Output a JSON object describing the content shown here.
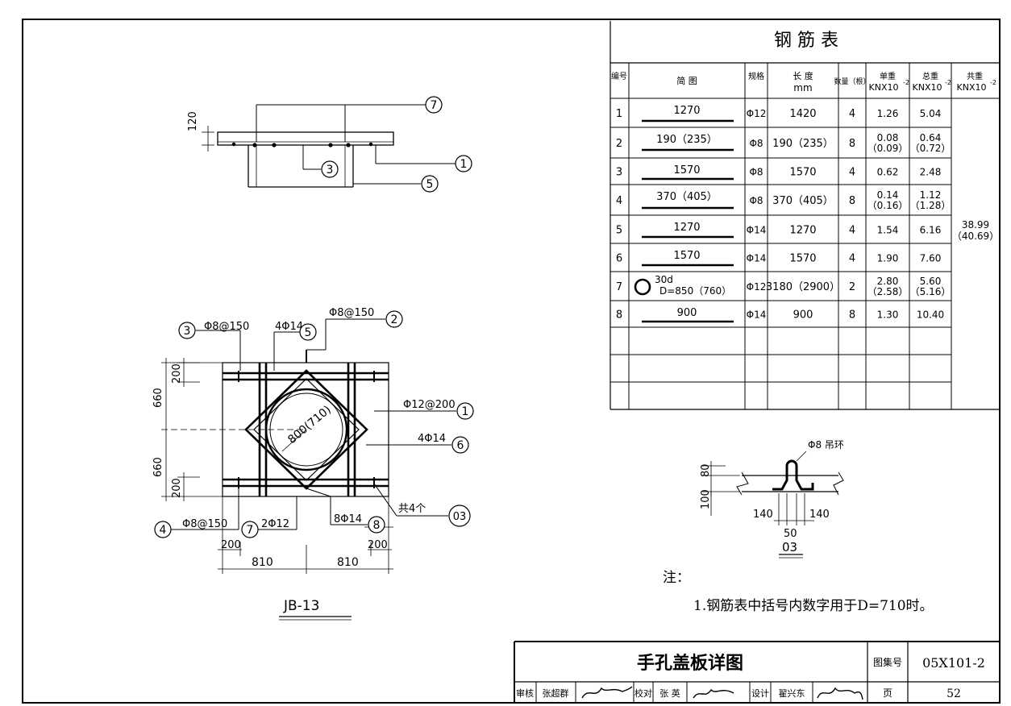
{
  "top_view": {
    "dim_thickness": "120",
    "callouts": [
      "7",
      "1",
      "3",
      "5"
    ]
  },
  "plan_view": {
    "spec_3": "Φ8@150",
    "spec_5": "4Φ14",
    "spec_2": "Φ8@150",
    "spec_1": "Φ12@200",
    "spec_6": "4Φ14",
    "spec_03": "共4个",
    "spec_4": "Φ8@150",
    "spec_7": "2Φ12",
    "spec_8": "8Φ14",
    "circle_label": "800(710)",
    "dim_660_top": "660",
    "dim_660_bottom": "660",
    "dim_200_top": "200",
    "dim_200_bottom": "200",
    "dim_200_bl": "200",
    "dim_200_br": "200",
    "dim_810_left": "810",
    "dim_810_right": "810",
    "callouts": {
      "c1": "1",
      "c2": "2",
      "c3": "3",
      "c4": "4",
      "c5": "5",
      "c6": "6",
      "c7": "7",
      "c8": "8",
      "c03": "03"
    },
    "title": "JB-13"
  },
  "rebar_table": {
    "title": "钢  筋  表",
    "headers": {
      "num": "编号",
      "sketch": "简  图",
      "spec": "规格",
      "length": "长 度",
      "length_unit": "mm",
      "qty": "数量（根）",
      "unit_wt": "单重",
      "total_wt": "总重",
      "sum_wt": "共重",
      "wt_unit": "KNX10",
      "wt_exp": "-2"
    },
    "rows": [
      {
        "no": "1",
        "sketch": "1270",
        "spec": "Φ12",
        "len": "1420",
        "qty": "4",
        "unit": "1.26",
        "total": "5.04"
      },
      {
        "no": "2",
        "sketch": "190（235）",
        "spec": "Φ8",
        "len": "190（235）",
        "qty": "8",
        "unit": "0.08",
        "unit2": "（0.09）",
        "total": "0.64",
        "total2": "（0.72）"
      },
      {
        "no": "3",
        "sketch": "1570",
        "spec": "Φ8",
        "len": "1570",
        "qty": "4",
        "unit": "0.62",
        "total": "2.48"
      },
      {
        "no": "4",
        "sketch": "370（405）",
        "spec": "Φ8",
        "len": "370（405）",
        "qty": "8",
        "unit": "0.14",
        "unit2": "（0.16）",
        "total": "1.12",
        "total2": "（1.28）"
      },
      {
        "no": "5",
        "sketch": "1270",
        "spec": "Φ14",
        "len": "1270",
        "qty": "4",
        "unit": "1.54",
        "total": "6.16"
      },
      {
        "no": "6",
        "sketch": "1570",
        "spec": "Φ14",
        "len": "1570",
        "qty": "4",
        "unit": "1.90",
        "total": "7.60"
      },
      {
        "no": "7",
        "sketch": "30d",
        "sketch2": "D=850（760）",
        "spec": "Φ12",
        "len": "3180（2900）",
        "qty": "2",
        "unit": "2.80",
        "unit2": "（2.58）",
        "total": "5.60",
        "total2": "（5.16）"
      },
      {
        "no": "8",
        "sketch": "900",
        "spec": "Φ14",
        "len": "900",
        "qty": "8",
        "unit": "1.30",
        "total": "10.40"
      }
    ],
    "sum_value": "38.99",
    "sum_value2": "（40.69）"
  },
  "detail_03": {
    "label": "Φ8 吊环",
    "dim_80": "80",
    "dim_100": "100",
    "dim_140_left": "140",
    "dim_140_right": "140",
    "dim_50": "50",
    "title": "03"
  },
  "notes": {
    "heading": "注：",
    "line1": "1.钢筋表中括号内数字用于D=710时。"
  },
  "title_block": {
    "title": "手孔盖板详图",
    "atlas_label": "图集号",
    "atlas_no": "05X101-2",
    "page_label": "页",
    "page_no": "52",
    "review_label": "审核",
    "review_name": "张超群",
    "check_label": "校对",
    "check_name": "张 英",
    "design_label": "设计",
    "design_name": "翟兴东"
  }
}
